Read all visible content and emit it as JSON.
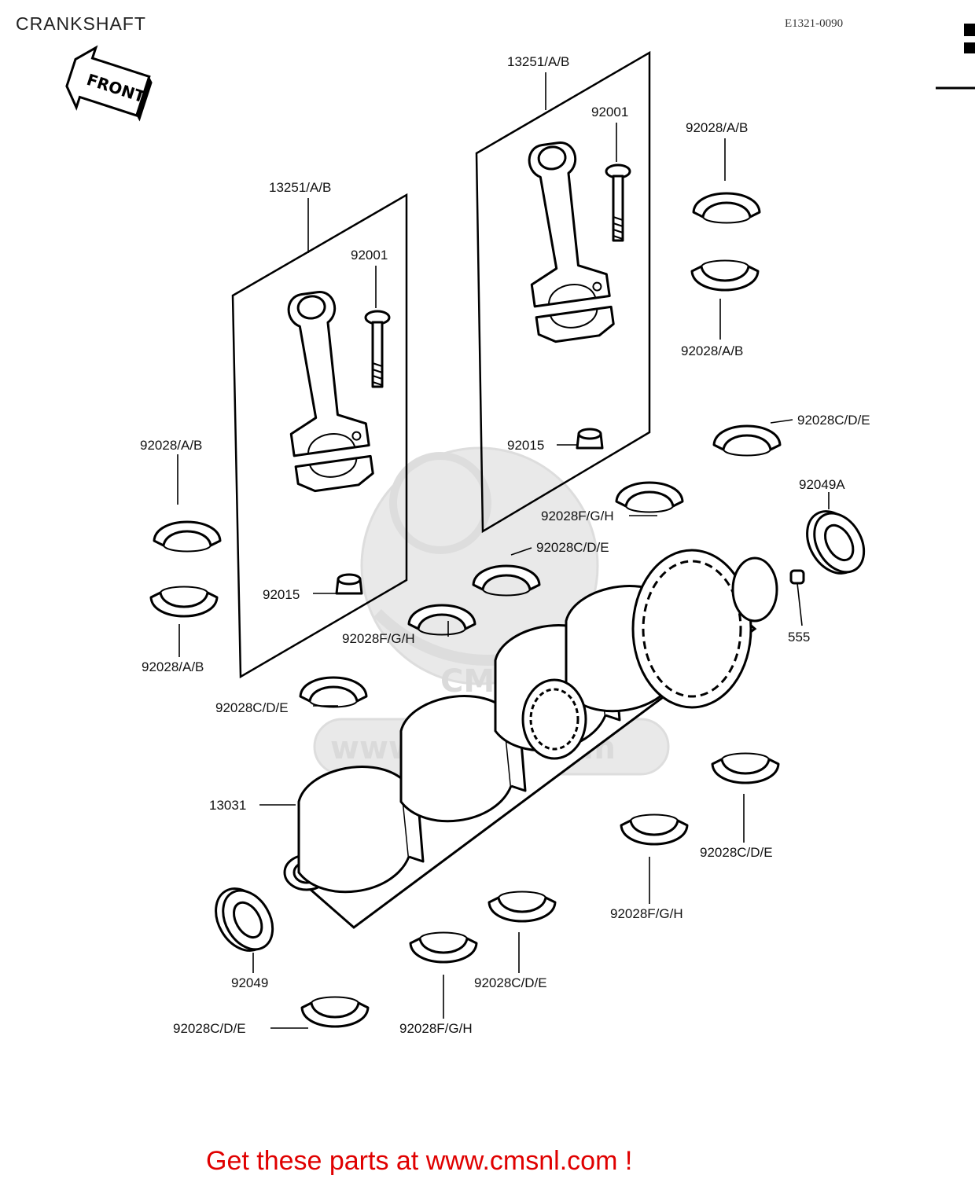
{
  "header": {
    "title": "CRANKSHAFT",
    "drawing_code": "E1321-0090",
    "front_arrow_label": "FRONT"
  },
  "watermark": {
    "logo": "CMS",
    "text": "www.cmsnl.com"
  },
  "callouts": {
    "conrod_assembly_left": "13251/A/B",
    "conrod_assembly_right": "13251/A/B",
    "conrod_bolt_left": "92001",
    "conrod_bolt_right": "92001",
    "conrod_nut_left": "92015",
    "conrod_nut_right": "92015",
    "rod_bearing_left_upper": "92028/A/B",
    "rod_bearing_left_lower": "92028/A/B",
    "rod_bearing_right_upper": "92028/A/B",
    "rod_bearing_right_lower": "92028/A/B",
    "main_bearing_cde_1": "92028C/D/E",
    "main_bearing_cde_2": "92028C/D/E",
    "main_bearing_cde_3": "92028C/D/E",
    "main_bearing_cde_4": "92028C/D/E",
    "main_bearing_cde_5": "92028C/D/E",
    "main_bearing_cde_6": "92028C/D/E",
    "main_bearing_fgh_1": "92028F/G/H",
    "main_bearing_fgh_2": "92028F/G/H",
    "main_bearing_fgh_3": "92028F/G/H",
    "main_bearing_fgh_4": "92028F/G/H",
    "crankshaft": "13031",
    "oil_seal_left": "92049",
    "oil_seal_right": "92049A",
    "dowel_pin": "555"
  },
  "footer": {
    "promo_text": "Get these parts at www.cmsnl.com !"
  }
}
